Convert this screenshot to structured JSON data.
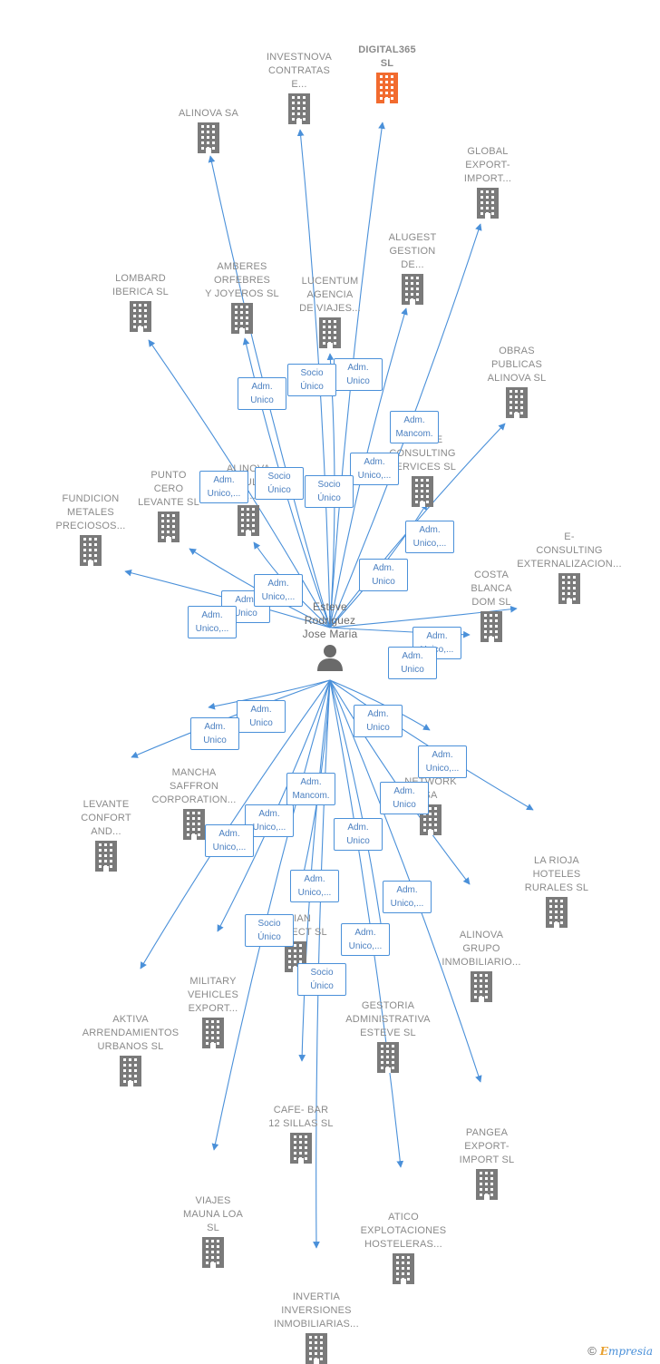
{
  "colors": {
    "edge": "#4a90d9",
    "building": "#7a7a7a",
    "building_highlight": "#f26b2f",
    "person": "#6a6a6a"
  },
  "center_person": {
    "label": "Esteve\nRodriguez\nJose Maria",
    "icon": "person-icon"
  },
  "nodes": [
    {
      "id": "digital365",
      "label": "DIGITAL365\nSL",
      "highlight": true
    },
    {
      "id": "investnova",
      "label": "INVESTNOVA\nCONTRATAS\nE..."
    },
    {
      "id": "alinova-sa",
      "label": "ALINOVA SA"
    },
    {
      "id": "global-export",
      "label": "GLOBAL\nEXPORT-\nIMPORT..."
    },
    {
      "id": "alugest",
      "label": "ALUGEST\nGESTION\nDE..."
    },
    {
      "id": "lombard",
      "label": "LOMBARD\nIBERICA  SL"
    },
    {
      "id": "amberes",
      "label": "AMBERES\nORFEBRES\nY JOYEROS  SL"
    },
    {
      "id": "lucentum",
      "label": "LUCENTUM\nAGENCIA\nDE VIAJES..."
    },
    {
      "id": "obras-publicas",
      "label": "OBRAS\nPUBLICAS\nALINOVA  SL"
    },
    {
      "id": "esteve-consulting",
      "label": "ESTEVE\nCONSULTING\nSERVICES SL"
    },
    {
      "id": "punto-cero",
      "label": "PUNTO\nCERO\nLEVANTE SL"
    },
    {
      "id": "fundicion",
      "label": "FUNDICION\nMETALES\nPRECIOSOS..."
    },
    {
      "id": "alinova-hidden",
      "label": "ALINOVA\nCONSULTING\nY..."
    },
    {
      "id": "e-consulting",
      "label": "E-\nCONSULTING\nEXTERNALIZACION..."
    },
    {
      "id": "costa-blanca",
      "label": "COSTA\nBLANCA\nDOM  SL"
    },
    {
      "id": "mancha-saffron",
      "label": "MANCHA\nSAFFRON\nCORPORATION..."
    },
    {
      "id": "levante-confort",
      "label": "LEVANTE\nCONFORT\nAND..."
    },
    {
      "id": "network",
      "label": "NETWORK\nSA"
    },
    {
      "id": "la-rioja",
      "label": "LA RIOJA\nHOTELES\nRURALES  SL"
    },
    {
      "id": "asian-project",
      "label": "ASIAN\nPROJECT SL"
    },
    {
      "id": "alinova-grupo",
      "label": "ALINOVA\nGRUPO\nINMOBILIARIO..."
    },
    {
      "id": "military",
      "label": "MILITARY\nVEHICLES\nEXPORT..."
    },
    {
      "id": "aktiva",
      "label": "AKTIVA\nARRENDAMIENTOS\nURBANOS  SL"
    },
    {
      "id": "gestoria",
      "label": "GESTORIA\nADMINISTRATIVA\nESTEVE  SL"
    },
    {
      "id": "cafe-bar",
      "label": "CAFE- BAR\n12 SILLAS  SL"
    },
    {
      "id": "pangea",
      "label": "PANGEA\nEXPORT-\nIMPORT  SL"
    },
    {
      "id": "viajes-mauna",
      "label": "VIAJES\nMAUNA LOA\nSL"
    },
    {
      "id": "atico",
      "label": "ATICO\nEXPLOTACIONES\nHOSTELERAS..."
    },
    {
      "id": "invertia",
      "label": "INVERTIA\nINVERSIONES\nINMOBILIARIAS..."
    }
  ],
  "edges": [
    {
      "target": "digital365",
      "role": "Adm.\nUnico"
    },
    {
      "target": "investnova",
      "role": "Socio\nÚnico"
    },
    {
      "target": "alinova-sa",
      "role": "Adm.\nUnico"
    },
    {
      "target": "global-export",
      "role": "Adm.\nMancom."
    },
    {
      "target": "alugest",
      "role": "Adm.\nUnico,..."
    },
    {
      "target": "lombard",
      "role": "Adm.\nUnico,..."
    },
    {
      "target": "amberes",
      "role": "Socio\nÚnico"
    },
    {
      "target": "lucentum",
      "role": "Socio\nÚnico"
    },
    {
      "target": "obras-publicas",
      "role": "Adm.\nUnico,..."
    },
    {
      "target": "esteve-consulting",
      "role": "Adm.\nUnico"
    },
    {
      "target": "punto-cero",
      "role": "Adm.\nUnico"
    },
    {
      "target": "fundicion",
      "role": "Adm.\nUnico,..."
    },
    {
      "target": "alinova-hidden",
      "role": "Adm.\nUnico,..."
    },
    {
      "target": "e-consulting",
      "role": "Adm.\nUnico,..."
    },
    {
      "target": "costa-blanca",
      "role": "Adm.\nUnico"
    },
    {
      "target": "mancha-saffron",
      "role": "Adm.\nUnico"
    },
    {
      "target": "levante-confort",
      "role": "Adm.\nUnico"
    },
    {
      "target": "network",
      "role": "Adm.\nUnico"
    },
    {
      "target": "la-rioja",
      "role": "Adm.\nUnico,..."
    },
    {
      "target": "asian-project",
      "role": "Adm.\nUnico,..."
    },
    {
      "target": "alinova-grupo",
      "role": "Adm.\nUnico"
    },
    {
      "target": "military",
      "role": "Adm.\nUnico,..."
    },
    {
      "target": "aktiva",
      "role": "Adm.\nUnico,..."
    },
    {
      "target": "gestoria",
      "role": "Adm.\nUnico"
    },
    {
      "target": "cafe-bar",
      "role": "Socio\nÚnico"
    },
    {
      "target": "pangea",
      "role": "Adm.\nUnico,..."
    },
    {
      "target": "viajes-mauna",
      "role": "Socio\nÚnico"
    },
    {
      "target": "atico",
      "role": "Adm.\nUnico,..."
    },
    {
      "target": "invertia",
      "role": "Adm.\nMancom."
    }
  ],
  "footer": {
    "copyright": "©",
    "brand_initial": "E",
    "brand_rest": "mpresia"
  }
}
